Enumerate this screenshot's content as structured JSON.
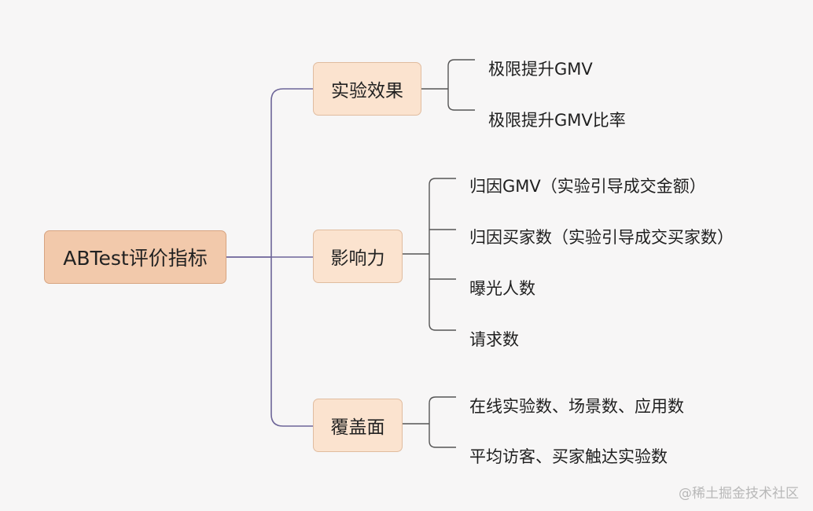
{
  "root": {
    "label": "ABTest评价指标"
  },
  "branches": [
    {
      "label": "实验效果",
      "leaves": [
        "极限提升GMV",
        "极限提升GMV比率"
      ]
    },
    {
      "label": "影响力",
      "leaves": [
        "归因GMV（实验引导成交金额）",
        "归因买家数（实验引导成交买家数）",
        "曝光人数",
        "请求数"
      ]
    },
    {
      "label": "覆盖面",
      "leaves": [
        "在线实验数、场景数、应用数",
        "平均访客、买家触达实验数"
      ]
    }
  ],
  "watermark": "@稀土掘金技术社区"
}
